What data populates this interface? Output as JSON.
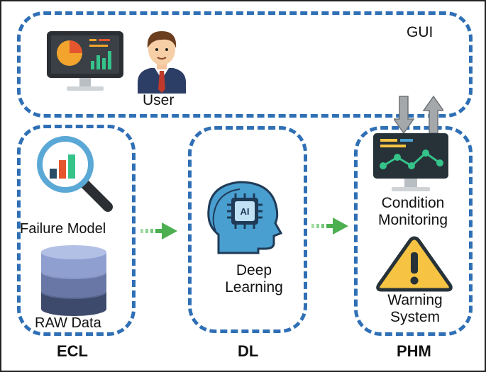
{
  "gui": {
    "label": "GUI",
    "user_label": "User"
  },
  "ecl": {
    "section_label": "ECL",
    "failure_model_label": "Failure Model",
    "raw_data_label": "RAW Data"
  },
  "dl": {
    "section_label": "DL",
    "deep_learning_lines": [
      "Deep",
      "Learning"
    ],
    "chip_text": "AI"
  },
  "phm": {
    "section_label": "PHM",
    "condition_lines": [
      "Condition",
      "Monitoring"
    ],
    "warning_lines": [
      "Warning",
      "System"
    ]
  },
  "colors": {
    "dashed_border": "#2f6fb5",
    "arrow_green": "#4caf50",
    "monitor_dark": "#263238",
    "warning_yellow": "#f6c343"
  },
  "icons": [
    "dashboard-monitor-icon",
    "user-avatar-icon",
    "magnifier-chart-icon",
    "database-icon",
    "ai-head-icon",
    "monitoring-screen-icon",
    "warning-triangle-icon"
  ]
}
